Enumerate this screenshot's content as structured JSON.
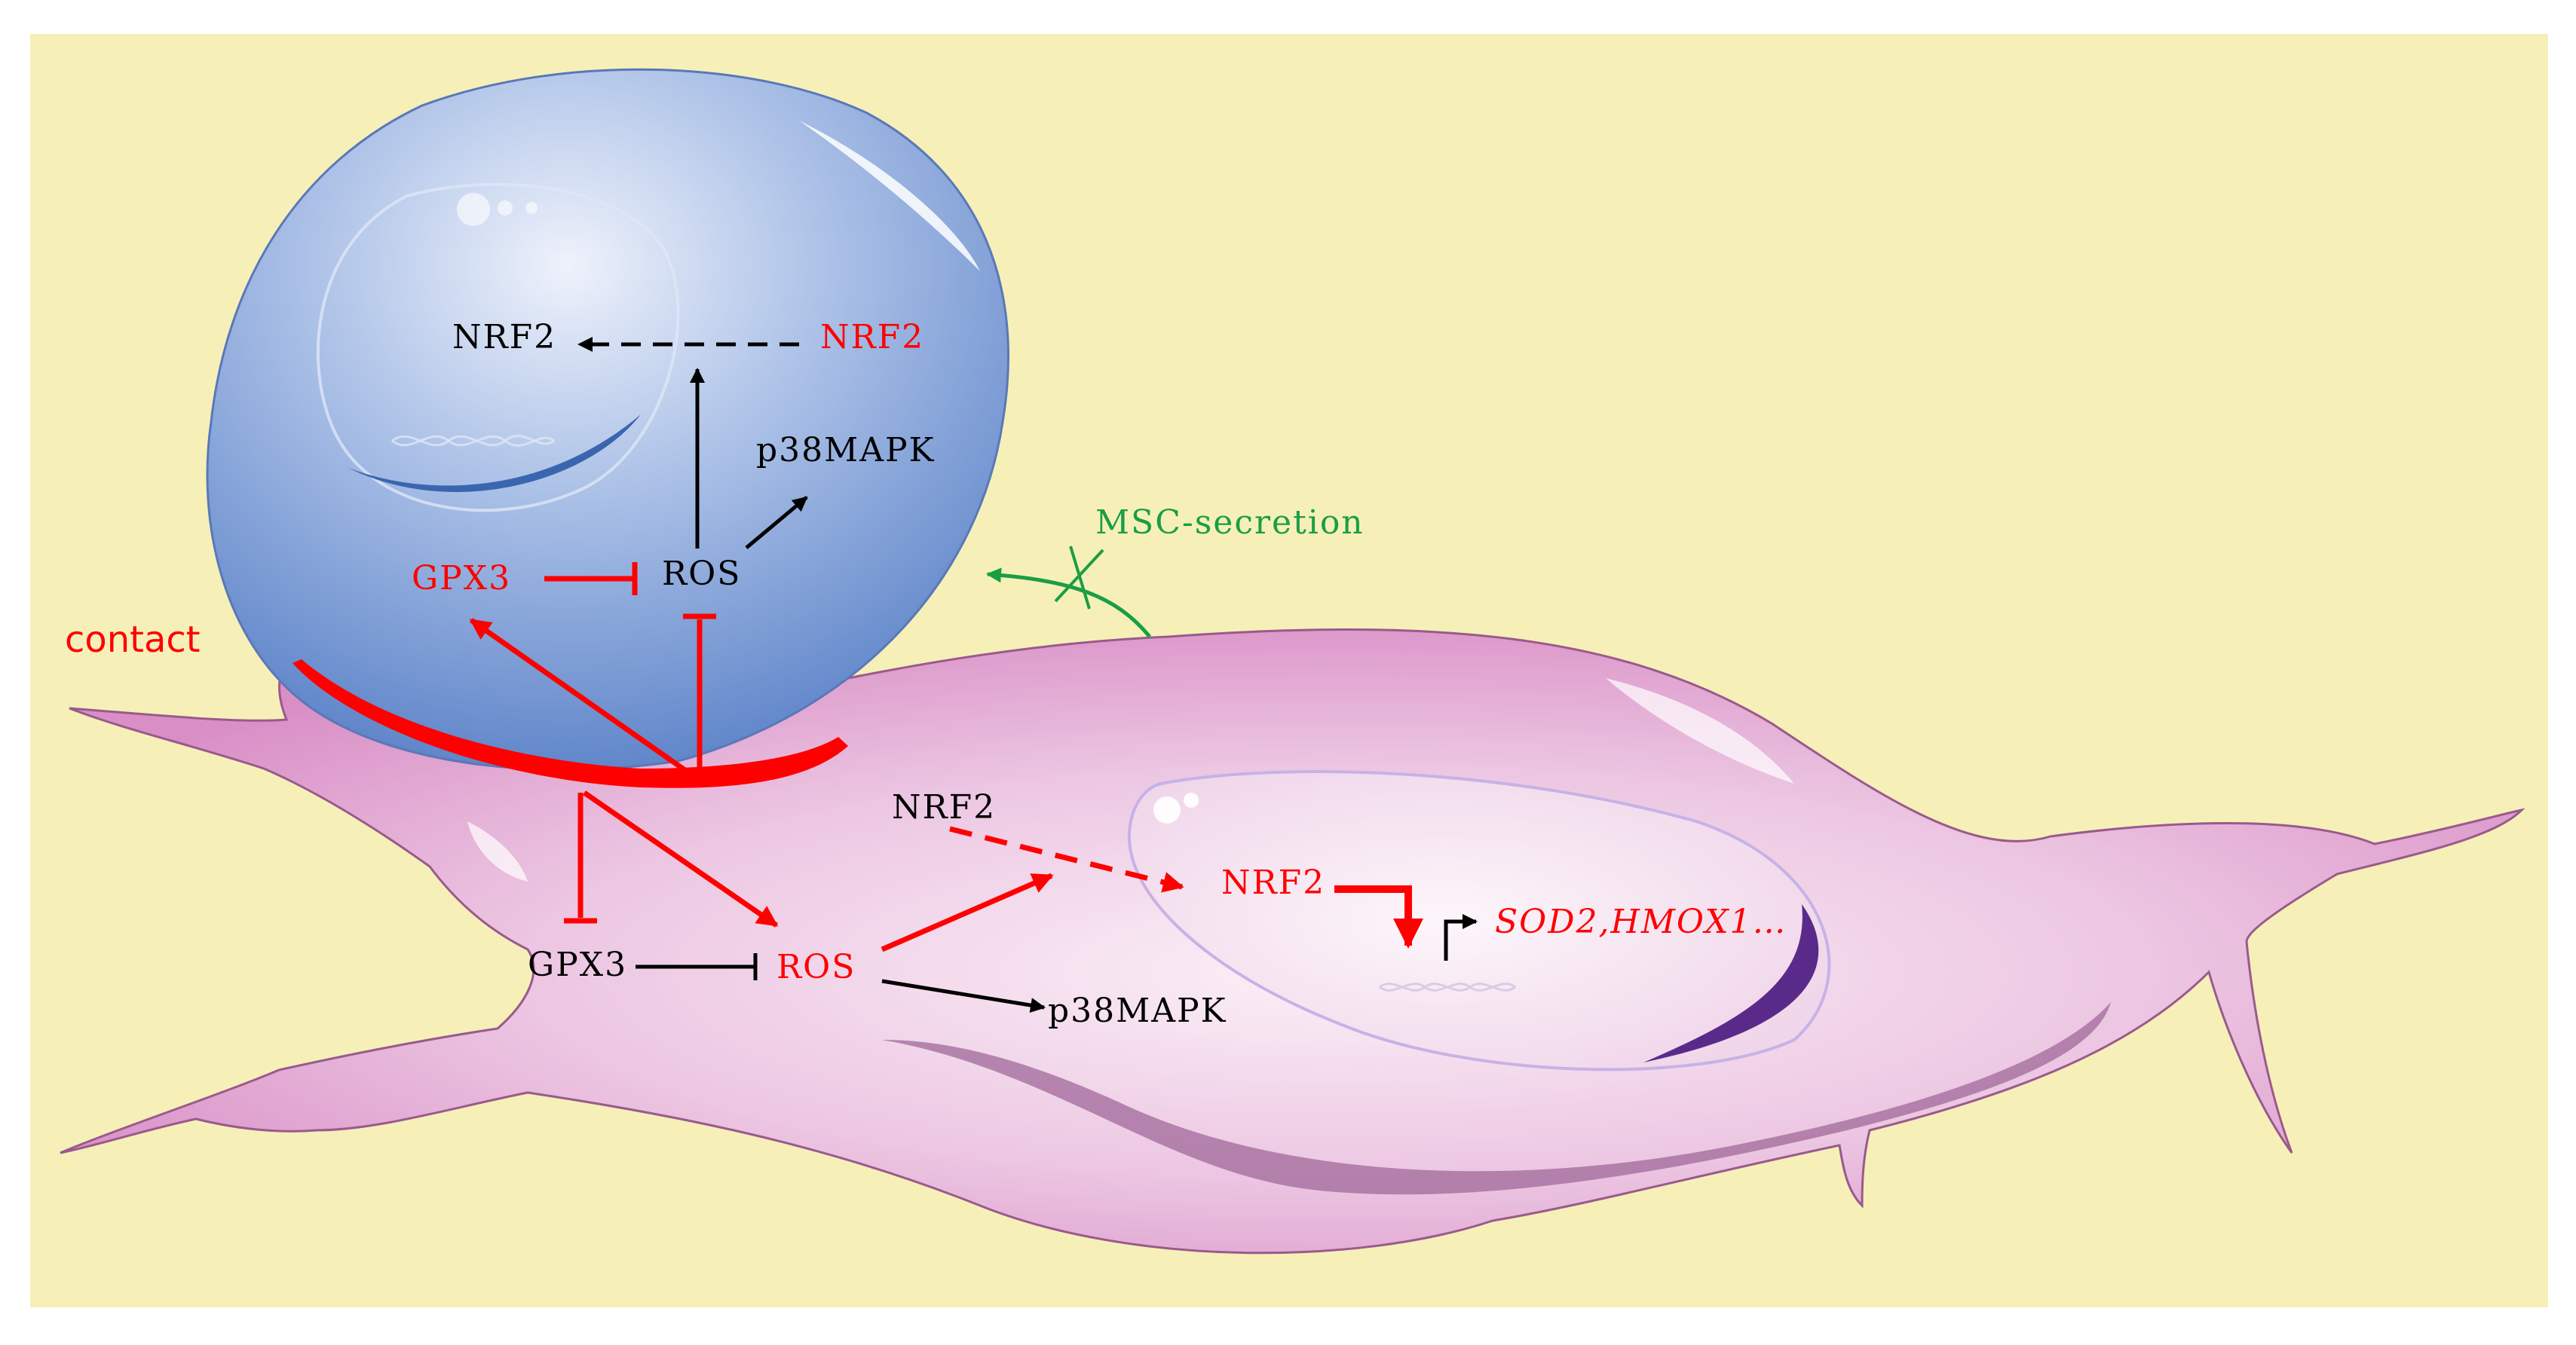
{
  "labels": {
    "msc_nrf2_black": "NRF2",
    "msc_nrf2_red": "NRF2",
    "msc_p38": "p38MAPK",
    "msc_ros": "ROS",
    "msc_gpx3": "GPX3",
    "contact": "contact",
    "secretion": "MSC-secretion",
    "cell_nrf2_black": "NRF2",
    "cell_nrf2_red": "NRF2",
    "cell_genes": "SOD2,HMOX1…",
    "cell_gpx3": "GPX3",
    "cell_ros": "ROS",
    "cell_p38": "p38MAPK"
  },
  "colors": {
    "background": "#f6f0b8",
    "red": "#ff0000",
    "green": "#1a9e45",
    "black": "#000000",
    "msc_cell": "#7d9fd8",
    "target_cell": "#e0a6d2"
  }
}
